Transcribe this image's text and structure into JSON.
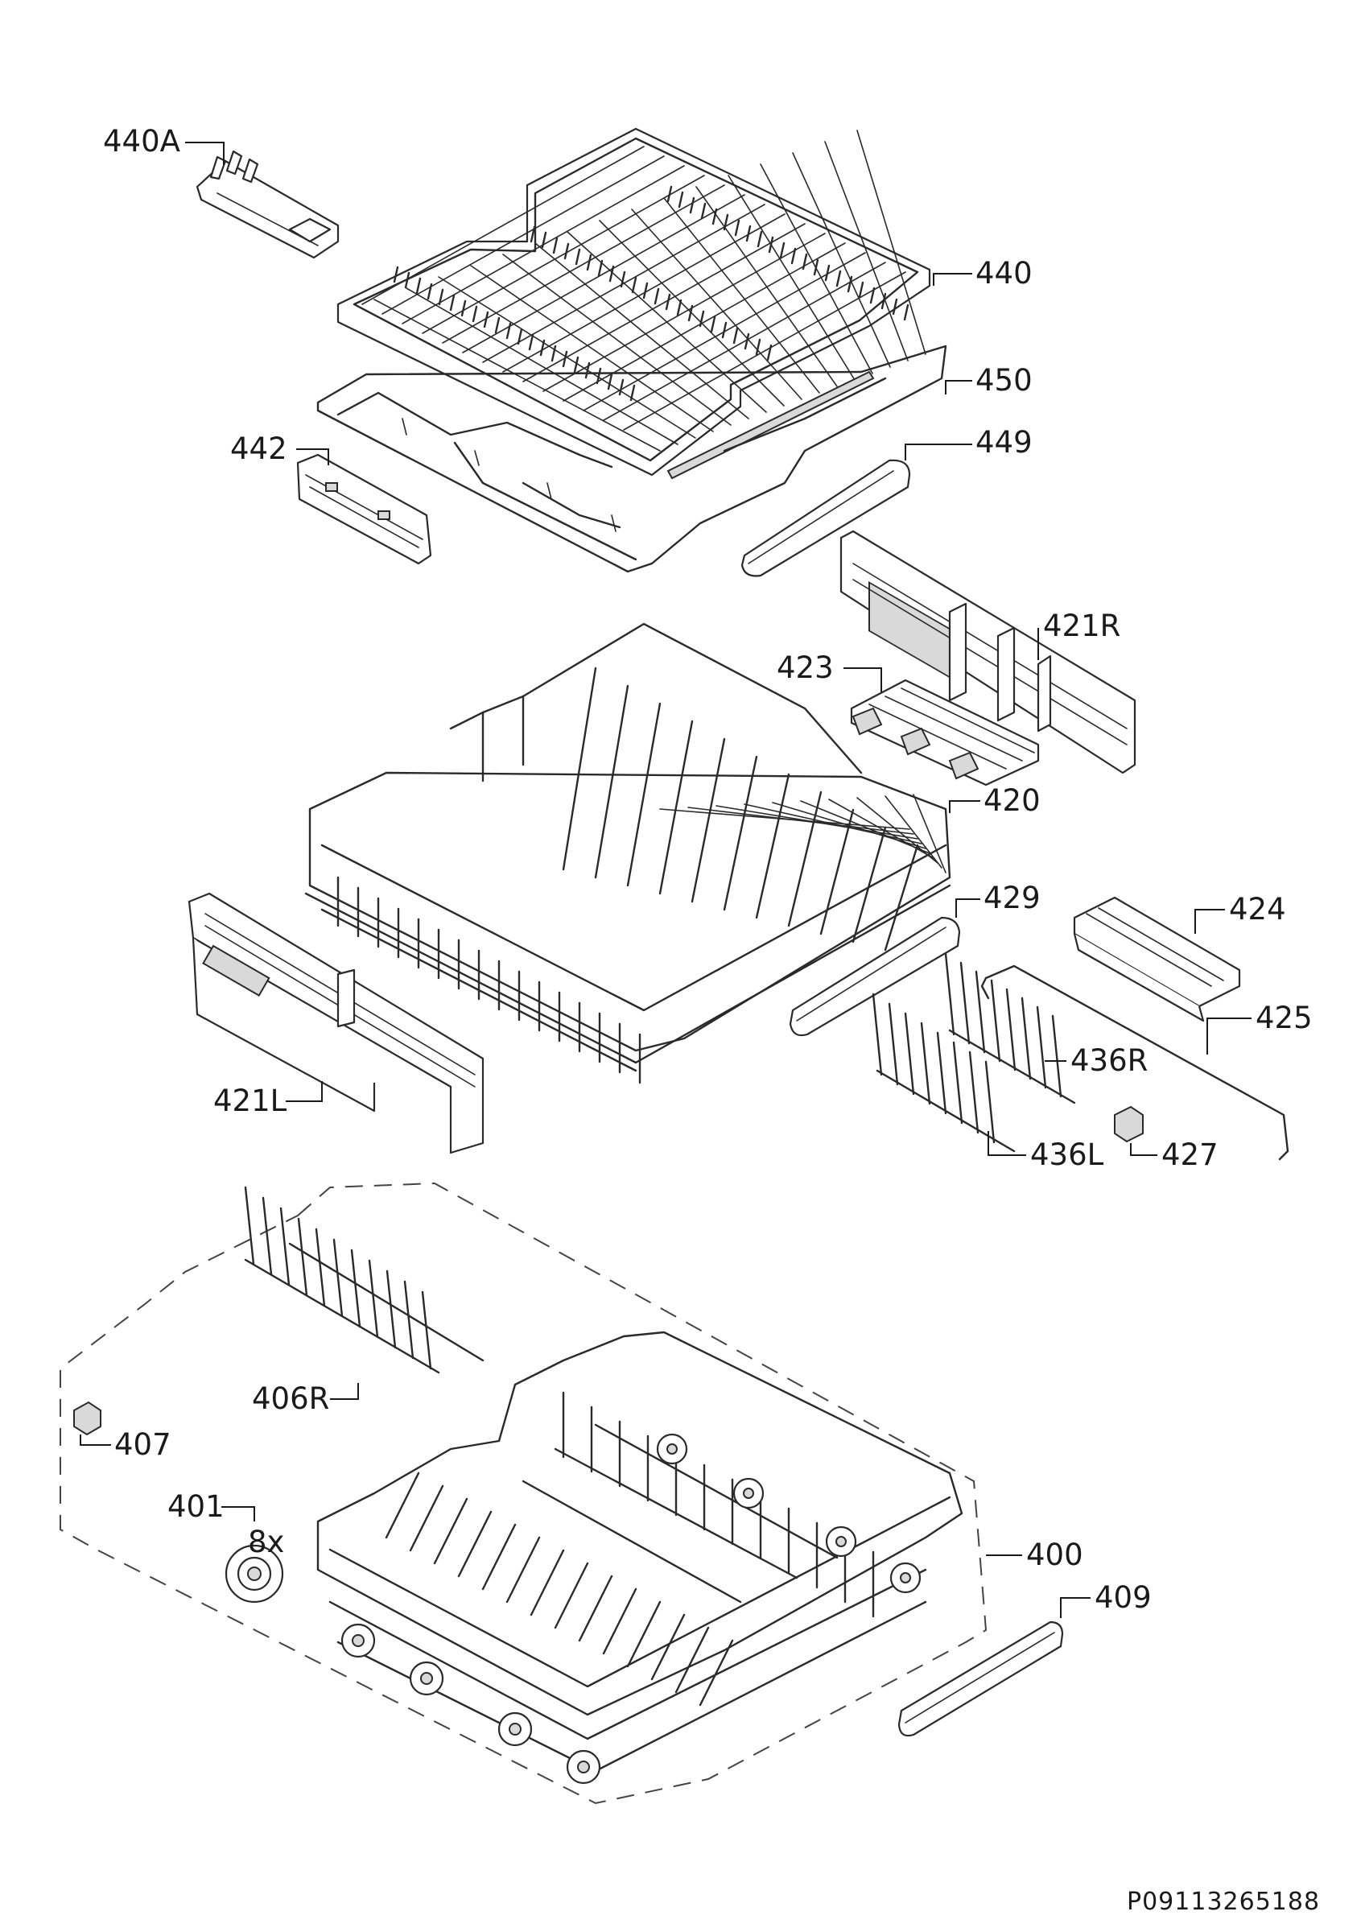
{
  "diagram": {
    "document_code": "P09113265188",
    "quantity_note": "8x",
    "callouts": [
      {
        "id": "440A",
        "label": "440A"
      },
      {
        "id": "440",
        "label": "440"
      },
      {
        "id": "450",
        "label": "450"
      },
      {
        "id": "442",
        "label": "442"
      },
      {
        "id": "449",
        "label": "449"
      },
      {
        "id": "421R",
        "label": "421R"
      },
      {
        "id": "423",
        "label": "423"
      },
      {
        "id": "420",
        "label": "420"
      },
      {
        "id": "429",
        "label": "429"
      },
      {
        "id": "424",
        "label": "424"
      },
      {
        "id": "425",
        "label": "425"
      },
      {
        "id": "436R",
        "label": "436R"
      },
      {
        "id": "421L",
        "label": "421L"
      },
      {
        "id": "436L",
        "label": "436L"
      },
      {
        "id": "427",
        "label": "427"
      },
      {
        "id": "406R",
        "label": "406R"
      },
      {
        "id": "407",
        "label": "407"
      },
      {
        "id": "401",
        "label": "401"
      },
      {
        "id": "400",
        "label": "400"
      },
      {
        "id": "409",
        "label": "409"
      }
    ]
  }
}
